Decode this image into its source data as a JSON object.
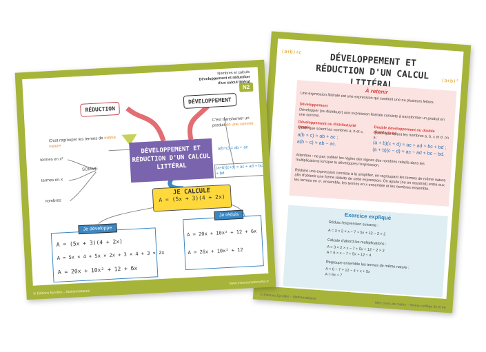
{
  "back_sheet": {
    "title": "DÉVELOPPEMENT ET RÉDUCTION D'UN CALCUL LITTÉRAL",
    "corner_note_left": "(a+b)+c",
    "corner_note_right": "(a+b)²",
    "retenir": {
      "title": "À retenir",
      "intro": "Une expression littérale est une expression qui contient une ou plusieurs lettres.",
      "dev_label": "Développement",
      "dev_text": "Développer (ou distribuer) une expression littérale consiste à transformer un produit en une somme.",
      "simple_title": "Développement ou distributivité simple",
      "simple_text": "Quels que soient les nombres a, b et c,",
      "simple_f1": "a(b + c) = ab + ac ;",
      "simple_f2": "a(b − c) = ab − ac.",
      "double_title": "Double développement ou double distributivité",
      "double_text": "Quels que soient les nombres a, b, c et d, on a :",
      "double_f1": "(a + b)(c + d) = ac + ad + bc + bd ;",
      "double_f2": "(a + b)(c − d) = ac − ad + bc − bd.",
      "attention": "Attention : ne pas oublier les règles des signes des nombres relatifs dans les multiplications lorsque tu développes l'expression.",
      "reduction_text": "Réduire une expression consiste à la simplifier, en regroupant les termes de même nature afin d'obtenir une forme réduite de cette expression. On ajoute (ou on soustrait) entre eux les termes en x², ensemble, les termes en x ensemble et les nombres ensemble."
    },
    "exercice": {
      "title": "Exercice expliqué",
      "line1": "Réduis l'expression suivante :",
      "line2": "A = 3 × 2 × x − 7 + 5x + 12 − 2 × 2",
      "line3": "Calcule d'abord les multiplications :",
      "line4": "A = 3 × 2 × x − 7 + 5x + 12 − 2 × 2",
      "line5": "A = 6 × x − 7 + 5x + 12 − 4",
      "line6": "Regroupe ensemble les termes de même nature :",
      "line7": "A = 6 − 7 + 12 − 4 + x + 5x",
      "line8": "A = 6x + 7"
    },
    "footer_left": "© Éditions Eyrolles – Mathématiques",
    "footer_right": "Mes cours de maths – Niveau collège 5e et 4e"
  },
  "front_sheet": {
    "corner_title_1": "Nombres et calculs",
    "corner_title_2": "Développement et réduction",
    "corner_title_3": "d'un calcul littéral",
    "badge_level": "N2",
    "reduction_label": "RÉDUCTION",
    "developpement_label": "DÉVELOPPEMENT",
    "center_title": "DÉVELOPPEMENT ET RÉDUCTION D'UN CALCUL LITTÉRAL",
    "reduction_text_1": "C'est regrouper les termes de",
    "reduction_text_2": "même nature",
    "termes_x2": "termes en x²",
    "termes_x": "termes en x",
    "somme": "SOMME",
    "nombres": "nombres",
    "dev_text_1": "C'est transformer un produit",
    "dev_text_2": "en une somme",
    "dev_f1": "a(b+c) = ab + ac",
    "dev_f2": "(a+b)(c+d) = ac + ad + bc + bd",
    "je_calcule": "JE CALCULE",
    "je_calcule_formula": "A = (5x + 3)(4 + 2x)",
    "je_developpe": "Je développe",
    "je_reduis": "Je réduis",
    "left_eq1": "A = (5x + 3)(4 + 2x)",
    "left_eq2": "A = 5x × 4 + 5x × 2x + 3 × 4 + 3 × 2x",
    "left_eq3": "A = 20x + 10x² + 12 + 6x",
    "right_eq1": "A = 20x + 10x² + 12 + 6x",
    "right_eq2": "A = 26x + 10x² + 12",
    "footer_left": "© Éditions Eyrolles – Mathématiques",
    "footer_right": "www.mescoursdemaths.fr"
  },
  "colors": {
    "frame": "#a7b43a",
    "purple": "#7a64ad",
    "yellow": "#ffd93b",
    "blue": "#3a87c3",
    "orange": "#e88c2a",
    "red": "#d9423b"
  }
}
